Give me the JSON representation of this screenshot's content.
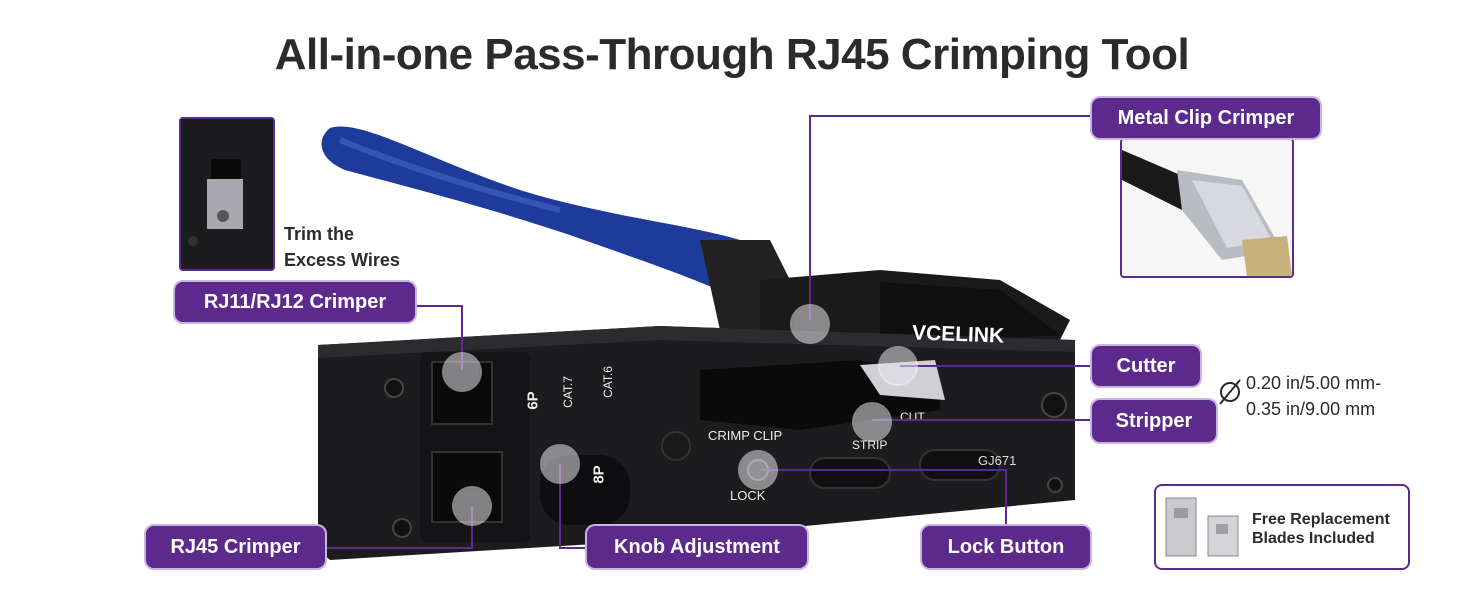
{
  "title": "All-in-one Pass-Through RJ45 Crimping Tool",
  "brand": "VCELINK",
  "model": "GJ671",
  "callouts": {
    "metal_clip": "Metal Clip Crimper",
    "rj11": "RJ11/RJ12 Crimper",
    "cutter": "Cutter",
    "stripper": "Stripper",
    "rj45": "RJ45 Crimper",
    "knob": "Knob Adjustment",
    "lock": "Lock Button"
  },
  "trim_note": [
    "Trim the",
    "Excess Wires"
  ],
  "strip_range": [
    "0.20 in/5.00 mm-",
    "0.35 in/9.00 mm"
  ],
  "blades_note": [
    "Free Replacement",
    "Blades Included"
  ],
  "tool_labels": {
    "p6": "6P",
    "p8": "8P",
    "cat7": "CAT.7",
    "cat6": "CAT.6",
    "crimp_clip": "CRIMP CLIP",
    "strip": "STRIP",
    "cut": "CUT",
    "lock": "LOCK"
  },
  "colors": {
    "accent": "#5b2a8c",
    "handle": "#1e3a9a",
    "body": "#1c1c1e"
  }
}
